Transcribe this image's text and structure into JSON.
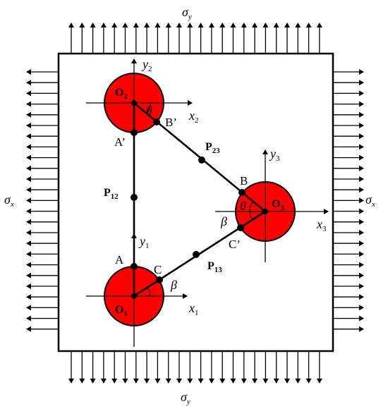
{
  "stress": {
    "sigma_y_top": {
      "base": "σ",
      "sub": "y"
    },
    "sigma_y_bottom": {
      "base": "σ",
      "sub": "y"
    },
    "sigma_x_left": {
      "base": "σ",
      "sub": "x"
    },
    "sigma_x_right": {
      "base": "σ",
      "sub": "x"
    }
  },
  "circles": {
    "o1": {
      "base": "O",
      "sub": "1"
    },
    "o2": {
      "base": "O",
      "sub": "2"
    },
    "o3": {
      "base": "O",
      "sub": "3"
    },
    "fill_color": "#ff0000"
  },
  "axes": {
    "x1": {
      "base": "x",
      "sub": "1"
    },
    "y1": {
      "base": "y",
      "sub": "1"
    },
    "x2": {
      "base": "x",
      "sub": "2"
    },
    "y2": {
      "base": "y",
      "sub": "2"
    },
    "x3": {
      "base": "x",
      "sub": "3"
    },
    "y3": {
      "base": "y",
      "sub": "3"
    }
  },
  "midpoints": {
    "p12": {
      "base": "P",
      "sub": "12"
    },
    "p23": {
      "base": "P",
      "sub": "23"
    },
    "p13": {
      "base": "P",
      "sub": "13"
    }
  },
  "points": {
    "A": "A",
    "A_prime": "A’",
    "B": "B",
    "B_prime": "B’",
    "C": "C",
    "C_prime": "C’"
  },
  "angles": {
    "theta_top": "θ",
    "theta_right": "θ",
    "beta_left": "β",
    "beta_right": "β"
  }
}
